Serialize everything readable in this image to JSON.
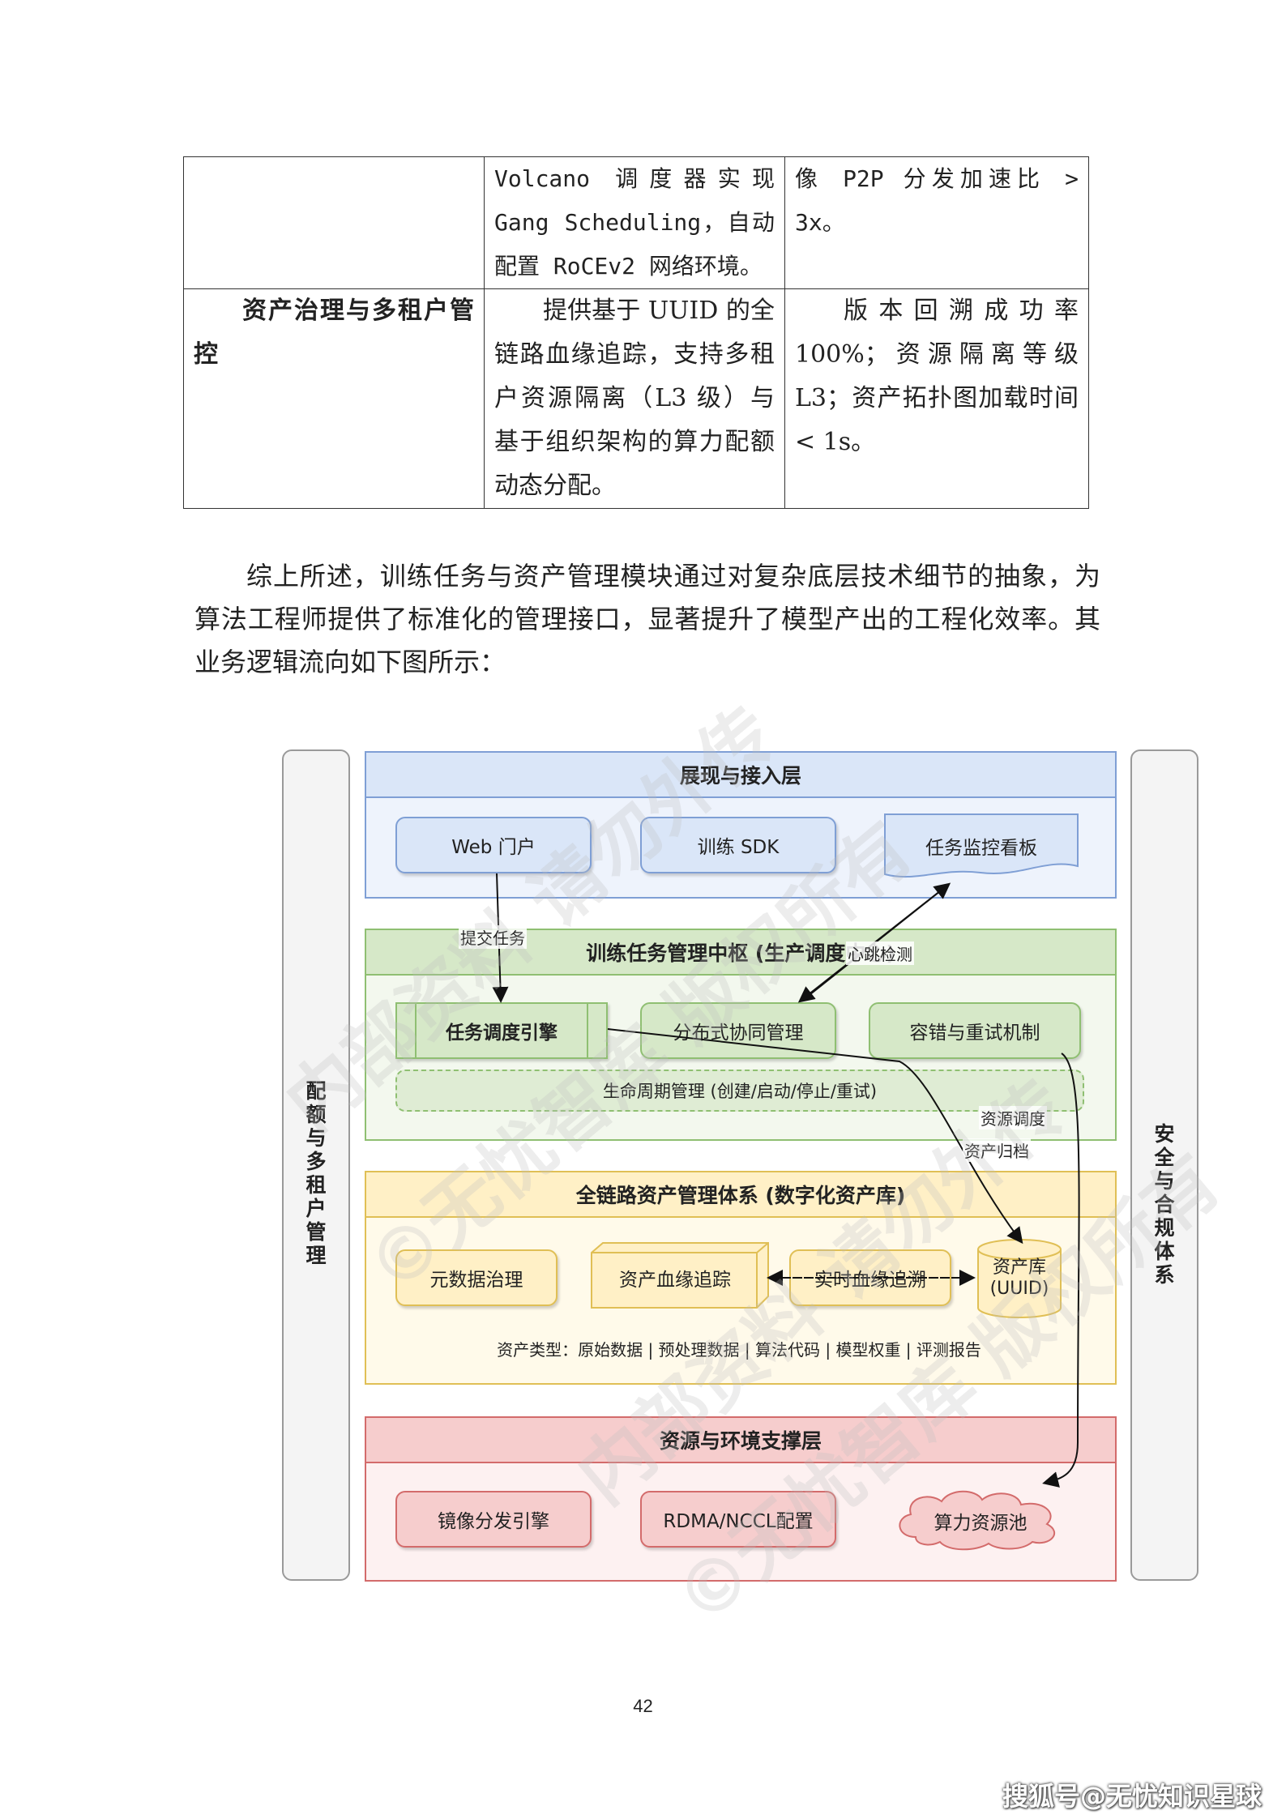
{
  "table": {
    "row1": {
      "col1": "",
      "col2": "Volcano 调度器实现 Gang Scheduling，自动配置 RoCEv2 网络环境。",
      "col3": "像 P2P 分发加速比 > 3x。"
    },
    "row2": {
      "col1": "资产治理与多租户管控",
      "col2": "提供基于 UUID 的全链路血缘追踪，支持多租户资源隔离（L3 级）与基于组织架构的算力配额动态分配。",
      "col3": "版本回溯成功率 100%；资源隔离等级 L3；资产拓扑图加载时间 < 1s。"
    }
  },
  "paragraph": "综上所述，训练任务与资产管理模块通过对复杂底层技术细节的抽象，为算法工程师提供了标准化的管理接口，显著提升了模型产出的工程化效率。其业务逻辑流向如下图所示：",
  "diagram": {
    "left_bar": "配额与多租户管理",
    "right_bar": "安全与合规体系",
    "layer1": {
      "title": "展现与接入层",
      "web": "Web 门户",
      "sdk": "训练 SDK",
      "monitor": "任务监控看板"
    },
    "layer2": {
      "title": "训练任务管理中枢 (生产调度中心)",
      "scheduler": "任务调度引擎",
      "distributed": "分布式协同管理",
      "fault": "容错与重试机制",
      "lifecycle": "生命周期管理 (创建/启动/停止/重试)"
    },
    "layer3": {
      "title": "全链路资产管理体系 (数字化资产库)",
      "metadata": "元数据治理",
      "lineage": "资产血缘追踪",
      "realtime": "实时血缘追溯",
      "repo_line1": "资产库",
      "repo_line2": "(UUID)",
      "types": "资产类型：原始数据 | 预处理数据 | 算法代码 | 模型权重 | 评测报告"
    },
    "layer4": {
      "title": "资源与环境支撑层",
      "mirror": "镜像分发引擎",
      "rdma": "RDMA/NCCL配置",
      "pool": "算力资源池"
    },
    "arrows": {
      "submit": "提交任务",
      "heartbeat": "心跳检测",
      "resource": "资源调度",
      "archive": "资产归档"
    },
    "watermarks": [
      "内部资料 请勿外传",
      "©无忧智库 版权所有"
    ]
  },
  "page_number": "42",
  "footer": "搜狐号@无忧知识星球"
}
